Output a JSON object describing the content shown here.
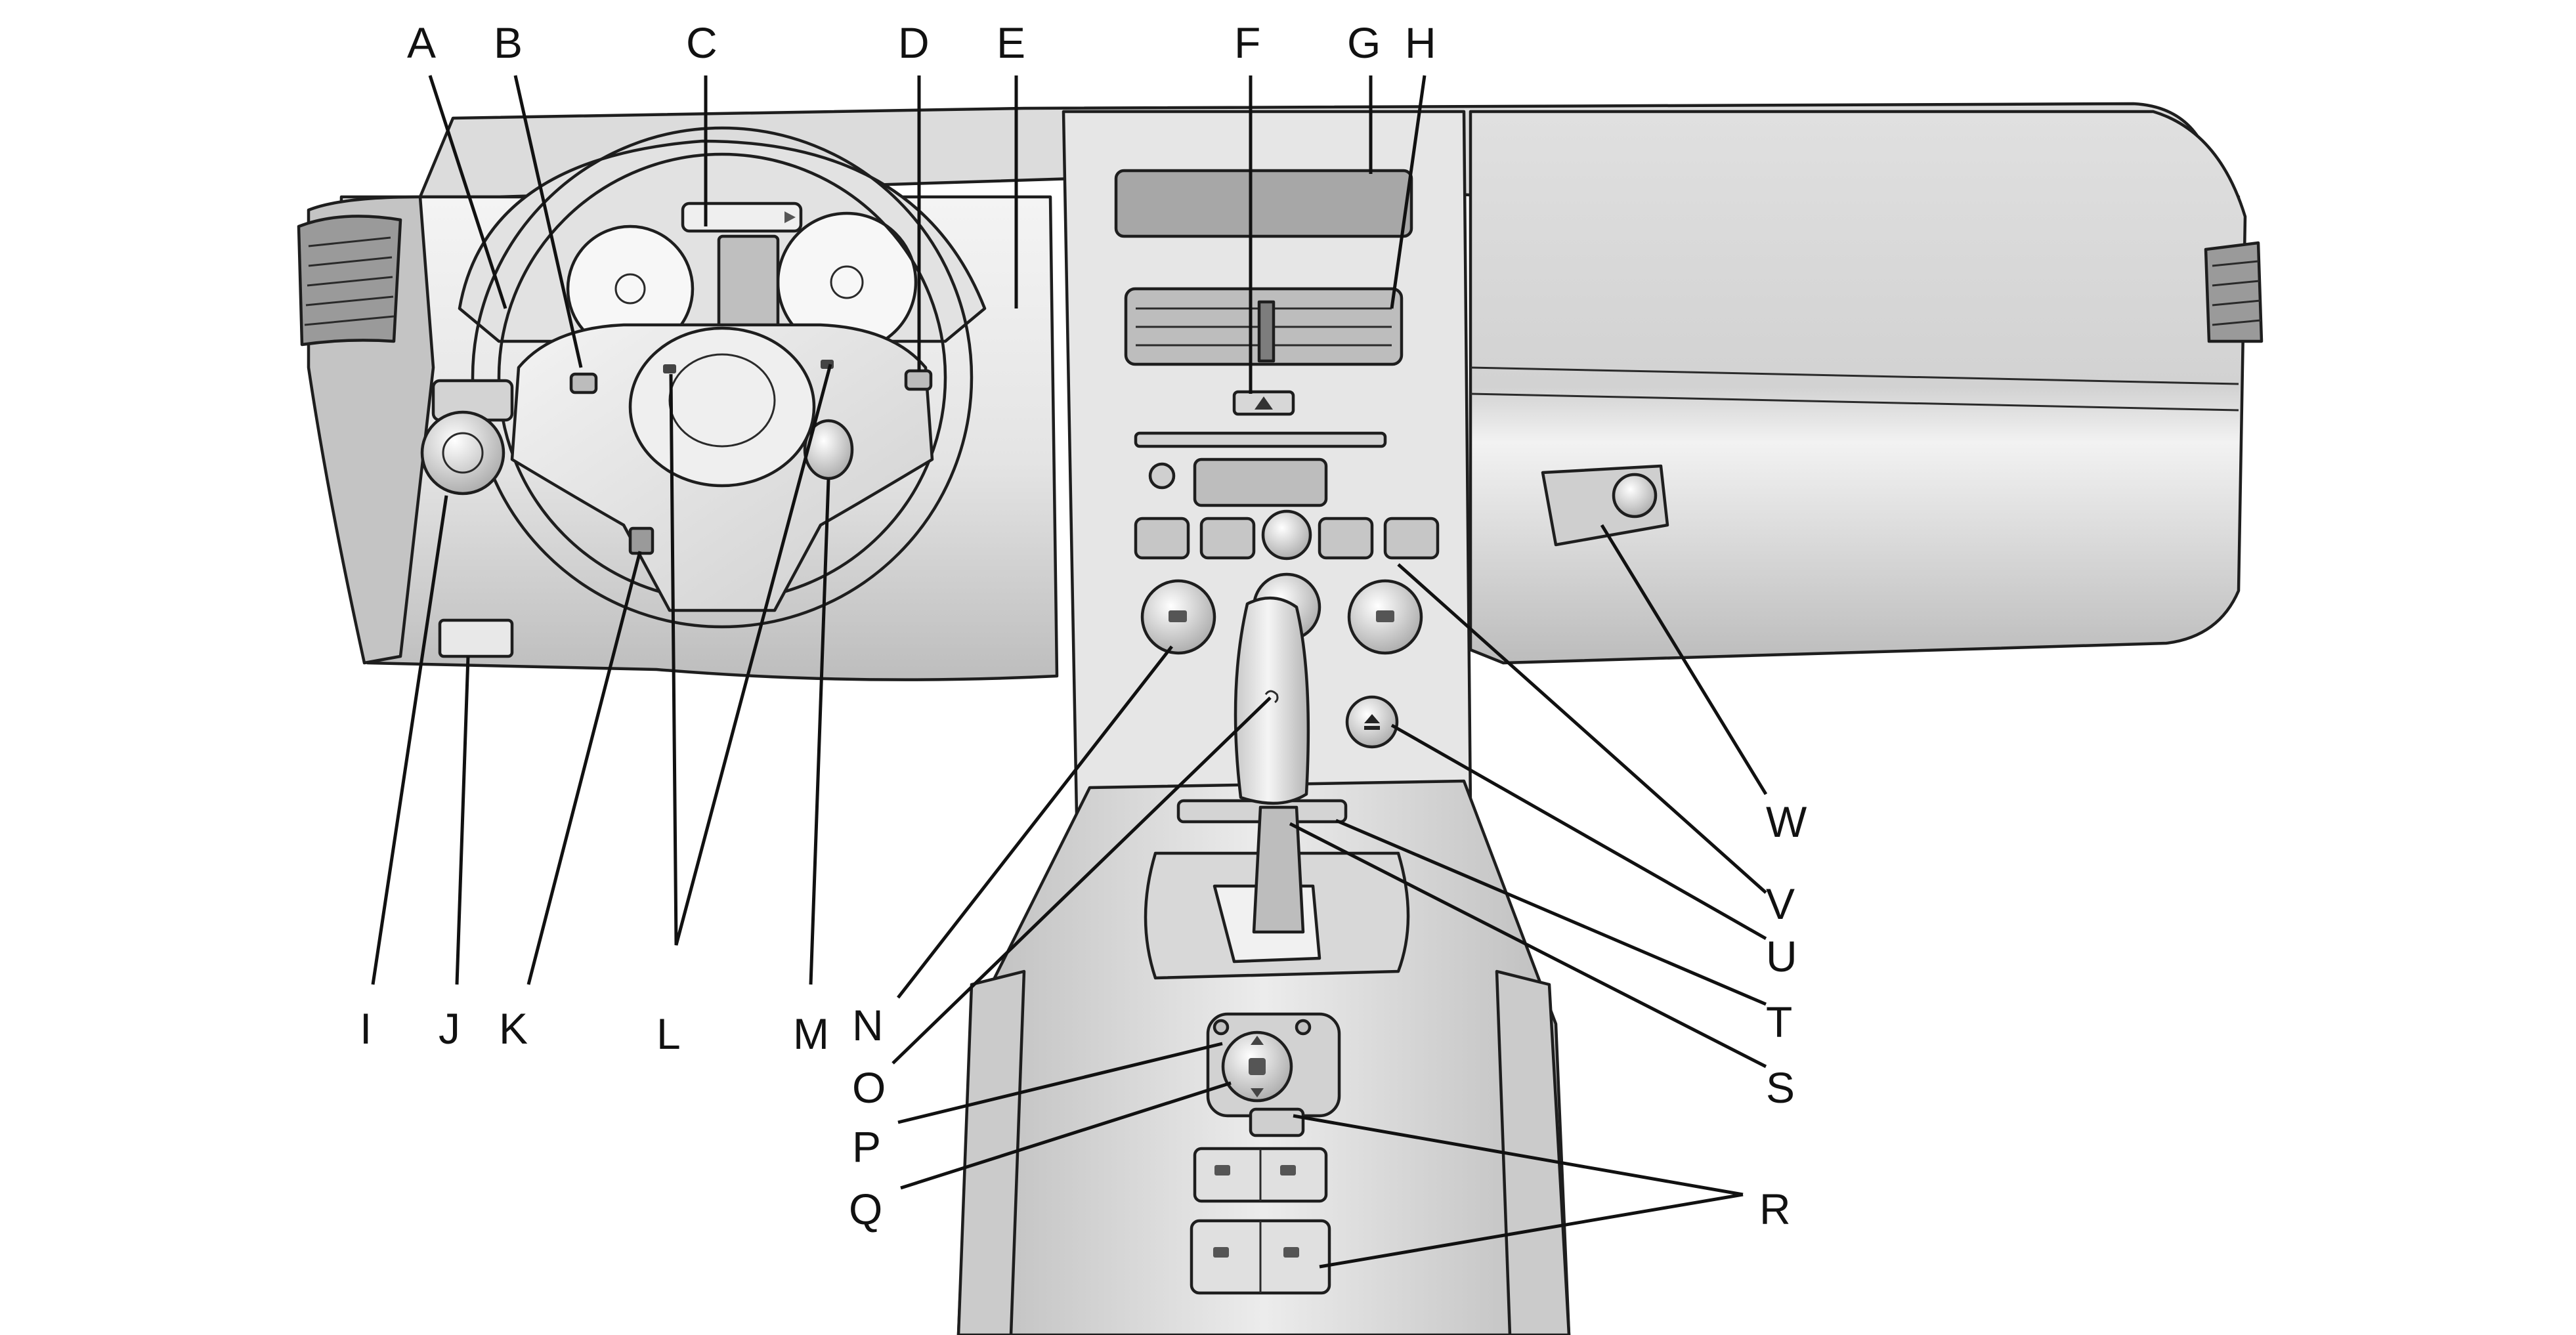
{
  "figure": {
    "subject": "vehicle-instrument-panel-overview",
    "colors": {
      "panel_fill": "#e9e9e9",
      "panel_shade": "#c8c8c8",
      "panel_dark": "#a8a8a8",
      "outline": "#1e1e1e",
      "label": "#111111"
    }
  },
  "callouts": [
    {
      "id": "A",
      "label": "A"
    },
    {
      "id": "B",
      "label": "B"
    },
    {
      "id": "C",
      "label": "C"
    },
    {
      "id": "D",
      "label": "D"
    },
    {
      "id": "E",
      "label": "E"
    },
    {
      "id": "F",
      "label": "F"
    },
    {
      "id": "G",
      "label": "G"
    },
    {
      "id": "H",
      "label": "H"
    },
    {
      "id": "I",
      "label": "I"
    },
    {
      "id": "J",
      "label": "J"
    },
    {
      "id": "K",
      "label": "K"
    },
    {
      "id": "L",
      "label": "L"
    },
    {
      "id": "M",
      "label": "M"
    },
    {
      "id": "N",
      "label": "N"
    },
    {
      "id": "O",
      "label": "O"
    },
    {
      "id": "P",
      "label": "P"
    },
    {
      "id": "Q",
      "label": "Q"
    },
    {
      "id": "R",
      "label": "R"
    },
    {
      "id": "S",
      "label": "S"
    },
    {
      "id": "T",
      "label": "T"
    },
    {
      "id": "U",
      "label": "U"
    },
    {
      "id": "V",
      "label": "V"
    },
    {
      "id": "W",
      "label": "W"
    }
  ]
}
